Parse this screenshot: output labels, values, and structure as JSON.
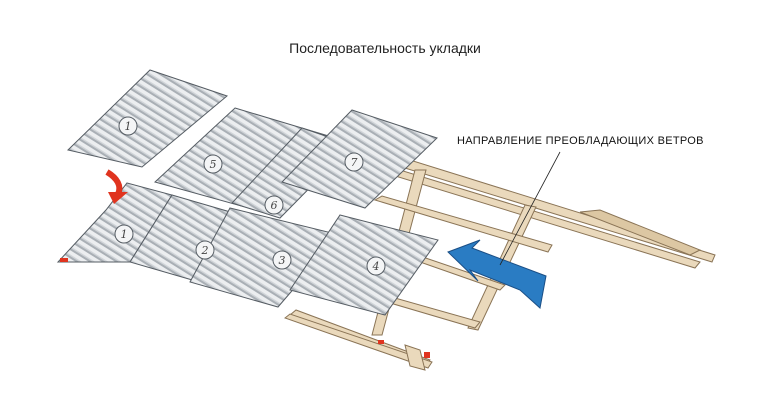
{
  "title": "Последовательность укладки",
  "wind_label": "НАПРАВЛЕНИЕ ПРЕОБЛАДАЮЩИХ ВЕТРОВ",
  "colors": {
    "sheet_fill": "#e6e8ea",
    "sheet_stroke": "#555c63",
    "wood": "#ead9bc",
    "wood_stroke": "#8a7456",
    "wind_arrow": "#2a7cc3",
    "order_arrow": "#e0341f"
  },
  "sheets": [
    {
      "id": "sheet-1-loose",
      "label": "1"
    },
    {
      "id": "sheet-1",
      "label": "1"
    },
    {
      "id": "sheet-2",
      "label": "2"
    },
    {
      "id": "sheet-3",
      "label": "3"
    },
    {
      "id": "sheet-4",
      "label": "4"
    },
    {
      "id": "sheet-5",
      "label": "5"
    },
    {
      "id": "sheet-6",
      "label": "6"
    },
    {
      "id": "sheet-7",
      "label": "7"
    }
  ],
  "icons": {
    "wind_arrow": "wind-direction-arrow-icon",
    "order_arrow": "curved-placement-arrow-icon"
  }
}
